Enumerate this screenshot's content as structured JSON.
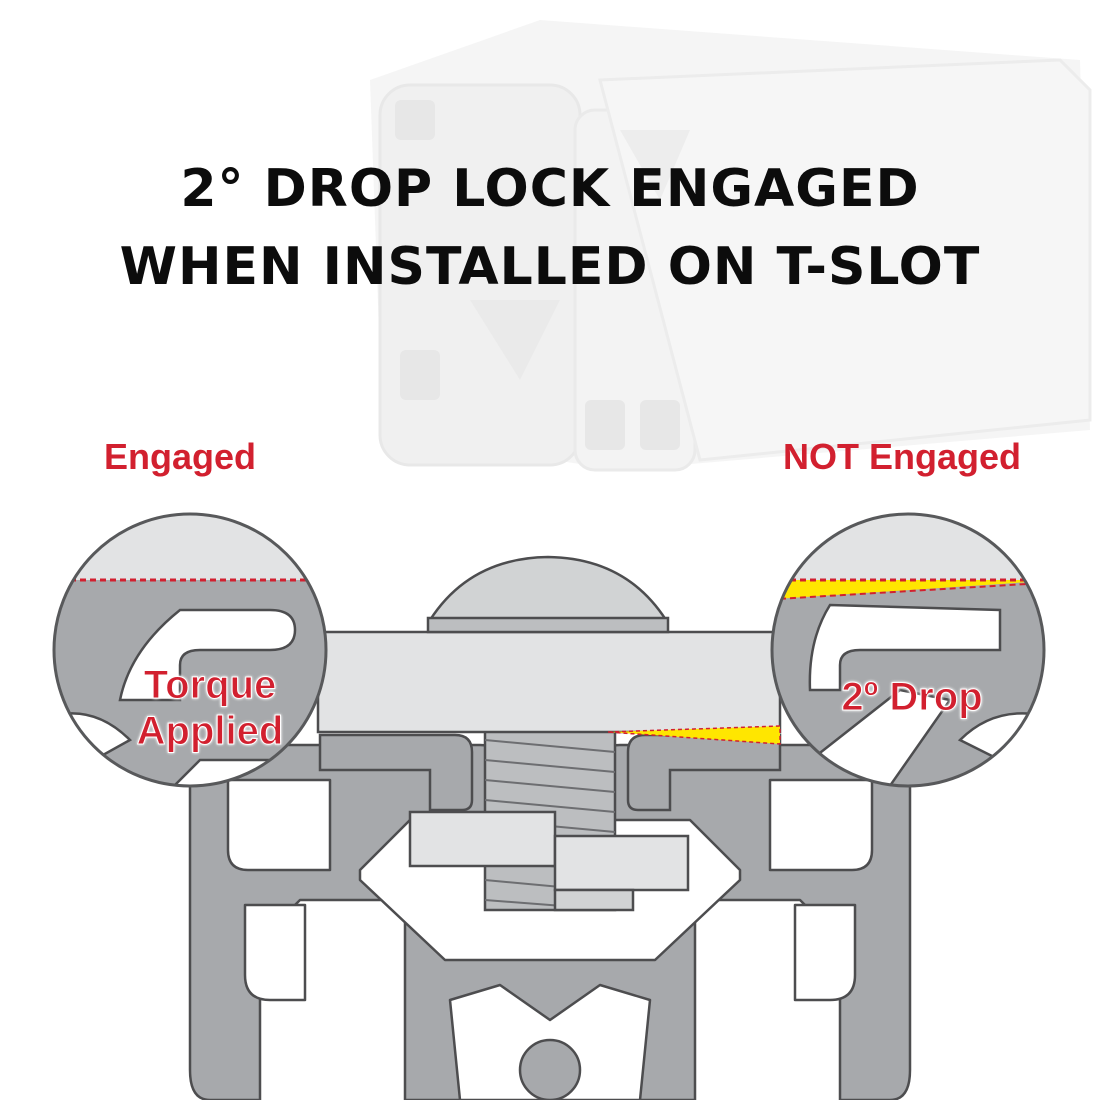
{
  "headline": {
    "line1": "2° DROP LOCK ENGAGED",
    "line2": "WHEN INSTALLED ON T-SLOT"
  },
  "labels": {
    "left_state": "Engaged",
    "right_state": "NOT Engaged",
    "left_callout_line1": "Torque",
    "left_callout_line2": "Applied",
    "right_callout": "2º Drop"
  },
  "colors": {
    "label_red": "#d2202f",
    "profile_gray": "#a7a9ac",
    "plate_gray": "#e2e3e4",
    "drop_yellow": "#ffe600",
    "outline": "#4d4d4f"
  }
}
